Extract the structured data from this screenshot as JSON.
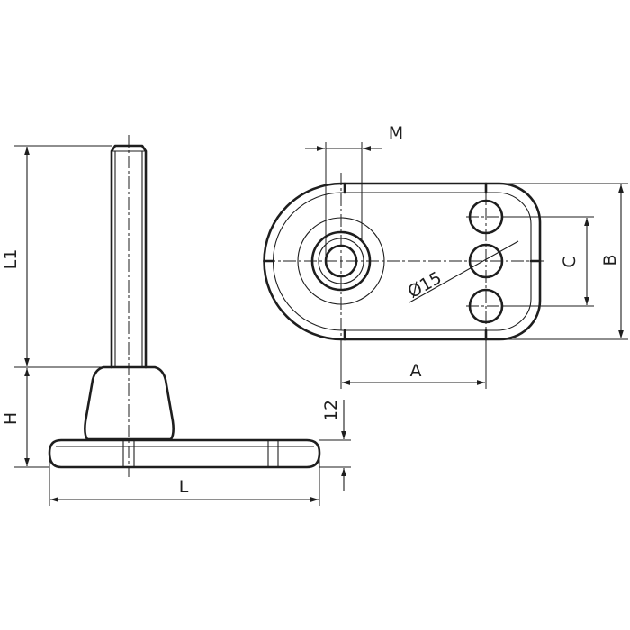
{
  "dimensions": {
    "L1": "L1",
    "H": "H",
    "L": "L",
    "M": "M",
    "twelve": "12",
    "C": "C",
    "B": "B",
    "A": "A",
    "diameter": "Ø15"
  }
}
